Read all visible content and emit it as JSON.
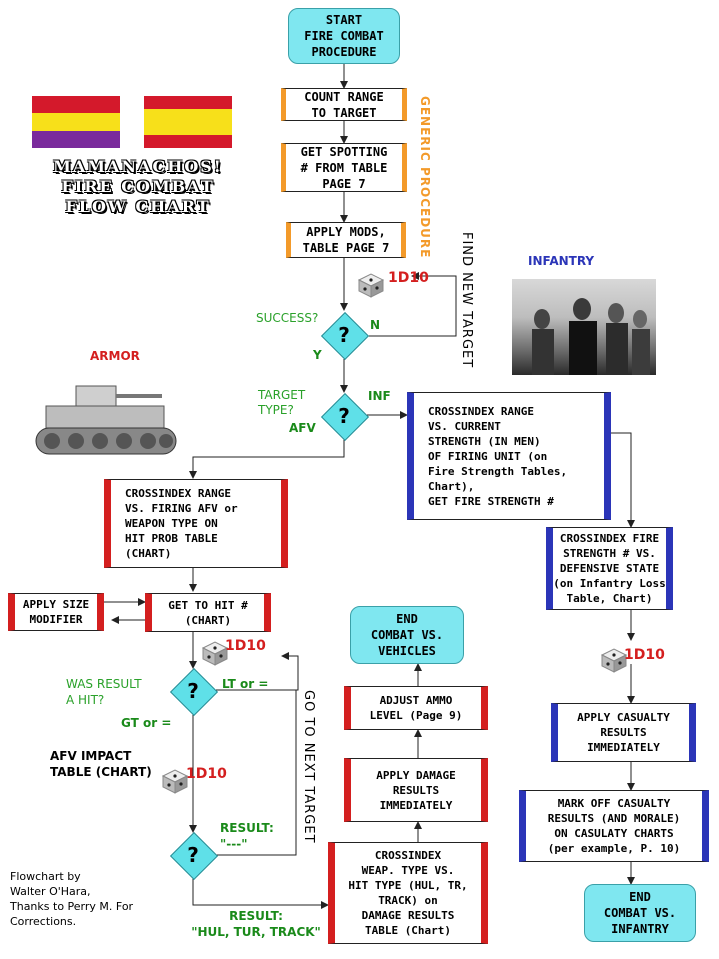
{
  "title": "MAMANACHOS!\nFIRE COMBAT\nFLOW CHART",
  "flag_colors": {
    "red": "#d4192b",
    "yellow": "#f7e01a",
    "purple": "#7a2a9c"
  },
  "side_labels": {
    "generic": "GENERIC PROCEDURE",
    "find_new_target": "FIND NEW TARGET",
    "go_next_target": "GO TO NEXT TARGET"
  },
  "section_labels": {
    "armor": "ARMOR",
    "infantry": "INFANTRY"
  },
  "nodes": {
    "start": "START\nFIRE COMBAT\nPROCEDURE",
    "count_range": "COUNT RANGE\nTO TARGET",
    "spotting": "GET SPOTTING\n# FROM TABLE\nPAGE 7",
    "apply_mods": "APPLY MODS,\nTABLE PAGE 7",
    "inf_crossindex": "CROSSINDEX RANGE\nVS. CURRENT\nSTRENGTH (IN MEN)\nOF FIRING UNIT (on\nFire Strength Tables,\nChart),\nGET FIRE STRENGTH #",
    "afv_crossindex": "CROSSINDEX RANGE\nVS. FIRING AFV or\nWEAPON TYPE ON\nHIT PROB TABLE\n(CHART)",
    "fire_strength": "CROSSINDEX FIRE\nSTRENGTH # VS.\nDEFENSIVE STATE\n(on Infantry Loss\nTable, Chart)",
    "apply_size": "APPLY SIZE\nMODIFIER",
    "get_to_hit": "GET TO HIT #\n(CHART)",
    "end_vehicles": "END\nCOMBAT VS.\nVEHICLES",
    "adjust_ammo": "ADJUST AMMO\nLEVEL (Page 9)",
    "apply_damage": "APPLY DAMAGE\nRESULTS\nIMMEDIATELY",
    "damage_crossindex": "CROSSINDEX\nWEAP. TYPE VS.\nHIT TYPE (HUL, TR,\nTRACK) on\nDAMAGE RESULTS\nTABLE (Chart)",
    "apply_casualty": "APPLY CASUALTY\nRESULTS\nIMMEDIATELY",
    "mark_off": "MARK OFF CASUALTY\nRESULTS (AND MORALE)\nON CASULATY CHARTS\n(per example, P. 10)",
    "end_infantry": "END\nCOMBAT VS.\nINFANTRY"
  },
  "decisions": {
    "symbol": "?"
  },
  "dice": {
    "label": "1D10"
  },
  "edge_labels": {
    "success": "SUCCESS?",
    "n": "N",
    "y": "Y",
    "target_type": "TARGET\nTYPE?",
    "inf": "INF",
    "afv": "AFV",
    "was_hit": "WAS RESULT\nA HIT?",
    "lt": "LT or =",
    "gt": "GT or =",
    "afv_impact": "AFV IMPACT\nTABLE (CHART)",
    "result_none": "RESULT:\n\"---\"",
    "result_hit": "RESULT:\n\"HUL, TUR, TRACK\""
  },
  "credits": "Flowchart by\nWalter O'Hara,\nThanks to Perry M. For\nCorrections."
}
